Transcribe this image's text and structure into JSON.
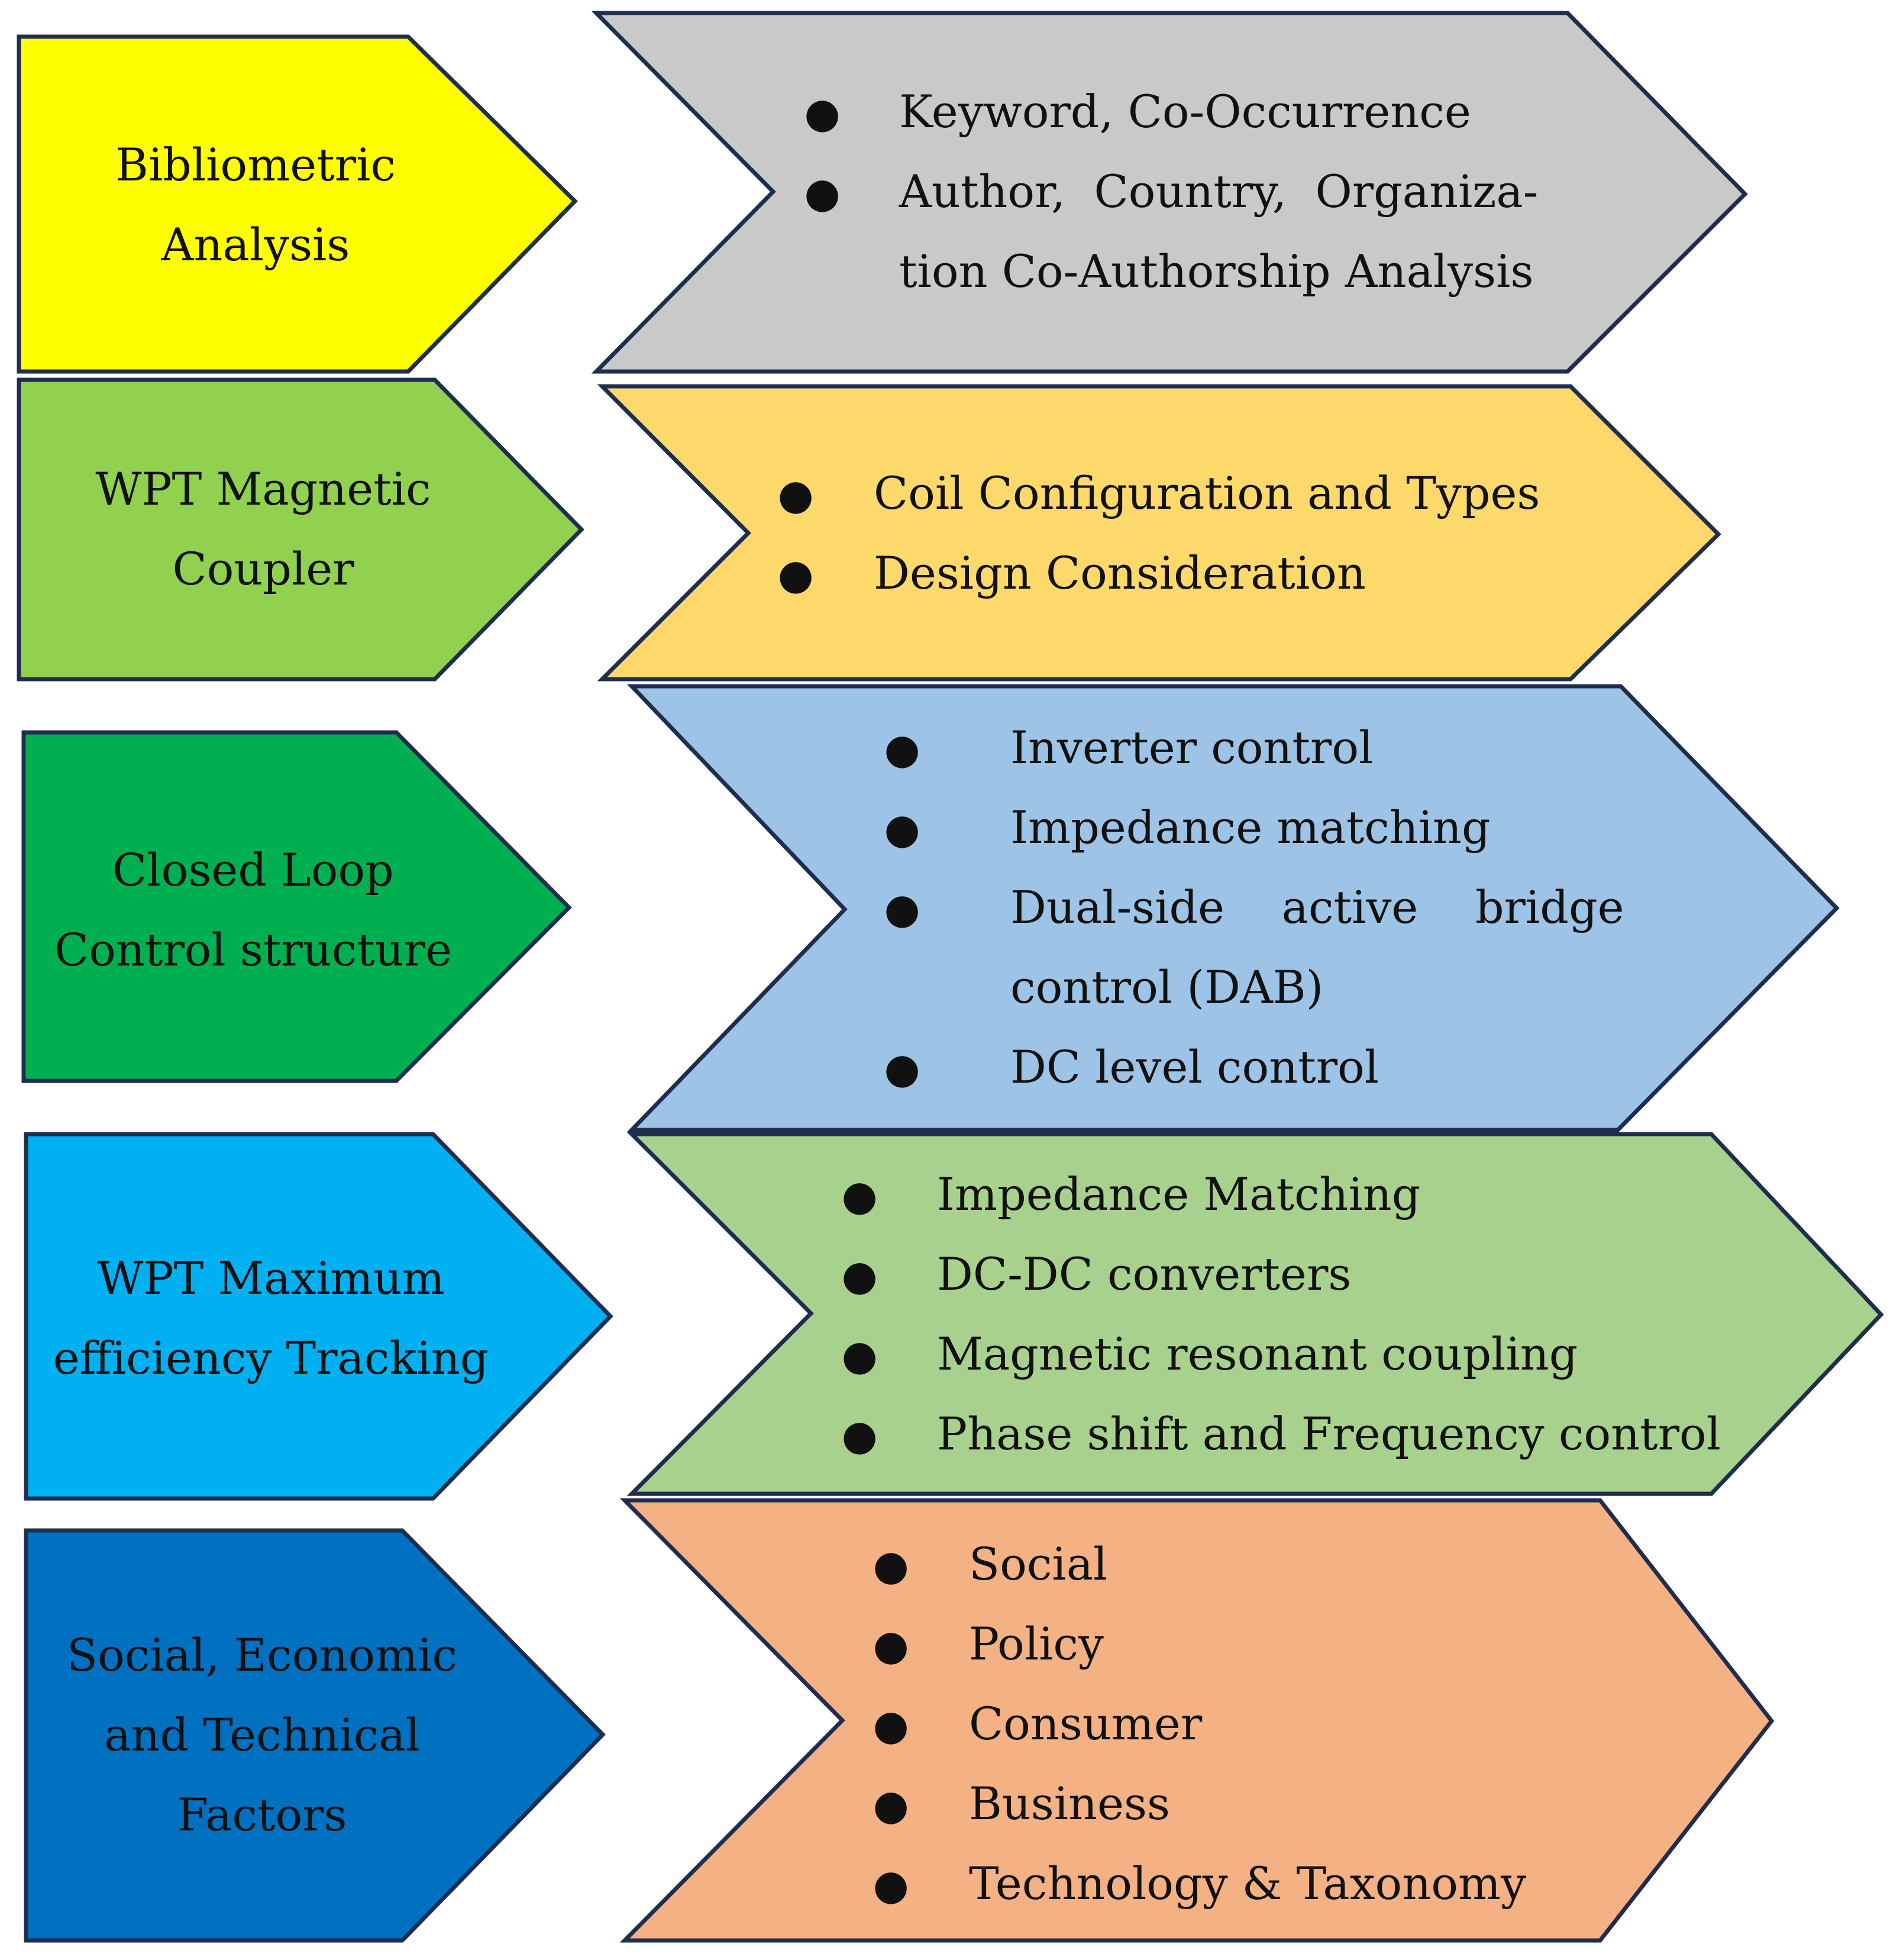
{
  "rows": [
    {
      "id": "bibliometric",
      "label_lines": [
        "Bibliometric",
        "Analysis"
      ],
      "label_color": "#FFFF00",
      "label_text_color": "#111111",
      "panel_color": "#C9C9C9",
      "items": [
        {
          "lines": [
            "Keyword, Co-Occurrence"
          ]
        },
        {
          "lines": [
            "Author,  Country,  Organiza-",
            "tion Co-Authorship Analysis"
          ]
        }
      ]
    },
    {
      "id": "magnetic-coupler",
      "label_lines": [
        "WPT Magnetic",
        "Coupler"
      ],
      "label_color": "#92D050",
      "label_text_color": "#111111",
      "panel_color": "#FDD96C",
      "items": [
        {
          "lines": [
            "Coil Configuration and Types"
          ]
        },
        {
          "lines": [
            "Design Consideration"
          ]
        }
      ]
    },
    {
      "id": "closed-loop",
      "label_lines": [
        "Closed Loop",
        "Control structure"
      ],
      "label_color": "#00B050",
      "label_text_color": "#111111",
      "panel_color": "#9DC3E6",
      "items": [
        {
          "lines": [
            "Inverter control"
          ]
        },
        {
          "lines": [
            "Impedance matching"
          ]
        },
        {
          "lines": [
            "Dual-side    active    bridge",
            "control (DAB)"
          ]
        },
        {
          "lines": [
            "DC level control"
          ]
        }
      ]
    },
    {
      "id": "max-efficiency",
      "label_lines": [
        "WPT Maximum",
        "efficiency Tracking"
      ],
      "label_color": "#00B0F0",
      "label_text_color": "#111111",
      "panel_color": "#A9D18E",
      "items": [
        {
          "lines": [
            "Impedance Matching"
          ]
        },
        {
          "lines": [
            "DC-DC converters"
          ]
        },
        {
          "lines": [
            "Magnetic resonant coupling"
          ]
        },
        {
          "lines": [
            "Phase shift and Frequency control"
          ]
        }
      ]
    },
    {
      "id": "social-economic",
      "label_lines": [
        "Social, Economic",
        "and Technical",
        "Factors"
      ],
      "label_color": "#0070C0",
      "label_text_color": "#111111",
      "panel_color": "#F4B183",
      "items": [
        {
          "lines": [
            "Social"
          ]
        },
        {
          "lines": [
            "Policy"
          ]
        },
        {
          "lines": [
            "Consumer"
          ]
        },
        {
          "lines": [
            "Business"
          ]
        },
        {
          "lines": [
            "Technology & Taxonomy"
          ]
        }
      ]
    }
  ],
  "stroke_color": "#1F2D4F"
}
